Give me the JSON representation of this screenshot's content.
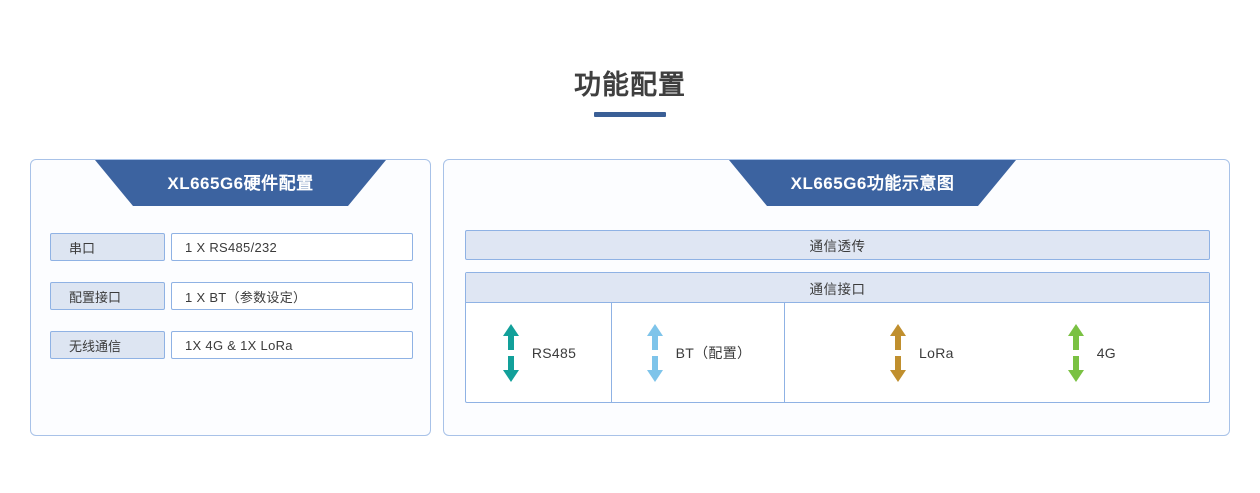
{
  "page": {
    "title": "功能配置"
  },
  "left_panel": {
    "banner": "XL665G6硬件配置",
    "rows": [
      {
        "key": "串口",
        "value": "1 X RS485/232"
      },
      {
        "key": "配置接口",
        "value": "1 X BT（参数设定）"
      },
      {
        "key": "无线通信",
        "value": "1X 4G & 1X LoRa"
      }
    ]
  },
  "right_panel": {
    "banner": "XL665G6功能示意图",
    "transparent_band": "通信透传",
    "interface_band": "通信接口",
    "ports": [
      {
        "label": "RS485",
        "arrow_icon": "double-arrow-icon",
        "color": "#12a09a"
      },
      {
        "label": "BT（配置）",
        "arrow_icon": "double-arrow-icon",
        "color": "#7ec4ea"
      },
      {
        "label": "LoRa",
        "arrow_icon": "double-arrow-icon",
        "color": "#c08f2e"
      },
      {
        "label": "4G",
        "arrow_icon": "double-arrow-icon",
        "color": "#7ac143"
      }
    ]
  },
  "theme": {
    "banner_blue": "#3c63a0",
    "rule_blue": "#3a5f96",
    "border_blue": "#8fb2e4",
    "panel_border": "#a8c2e8",
    "band_fill": "#dfe6f3",
    "key_fill": "#dde5f2"
  }
}
